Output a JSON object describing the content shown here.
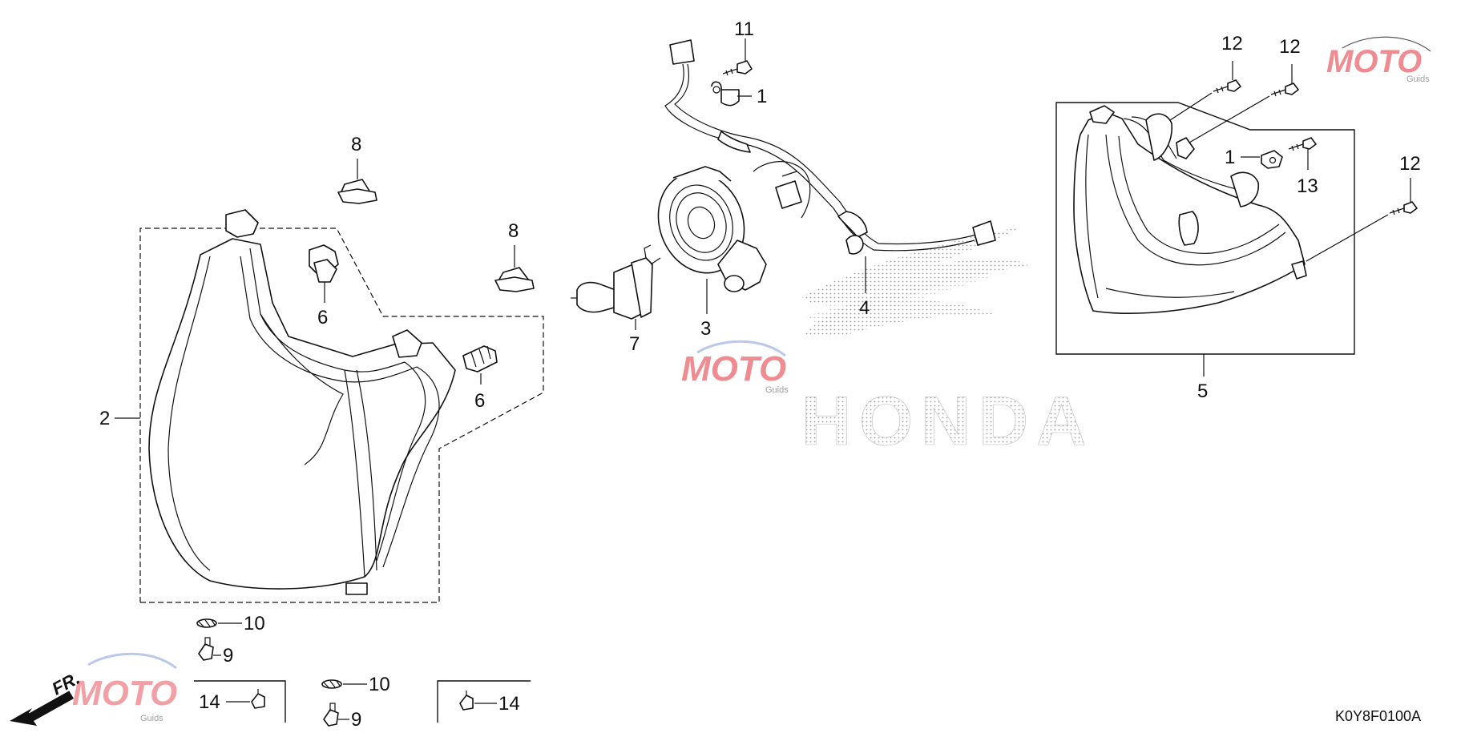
{
  "diagram_code": "K0Y8F0100A",
  "direction_label": "FR.",
  "brand_mark": "HONDA",
  "watermark": {
    "word": "MOTO",
    "sub": "Guids",
    "color": "#e1303a"
  },
  "callouts": {
    "c1a": "1",
    "c1b": "1",
    "c2": "2",
    "c3": "3",
    "c4": "4",
    "c5": "5",
    "c6a": "6",
    "c6b": "6",
    "c7": "7",
    "c8a": "8",
    "c8b": "8",
    "c9a": "9",
    "c9b": "9",
    "c10a": "10",
    "c10b": "10",
    "c11": "11",
    "c12a": "12",
    "c12b": "12",
    "c12c": "12",
    "c13": "13",
    "c14a": "14",
    "c14b": "14"
  }
}
